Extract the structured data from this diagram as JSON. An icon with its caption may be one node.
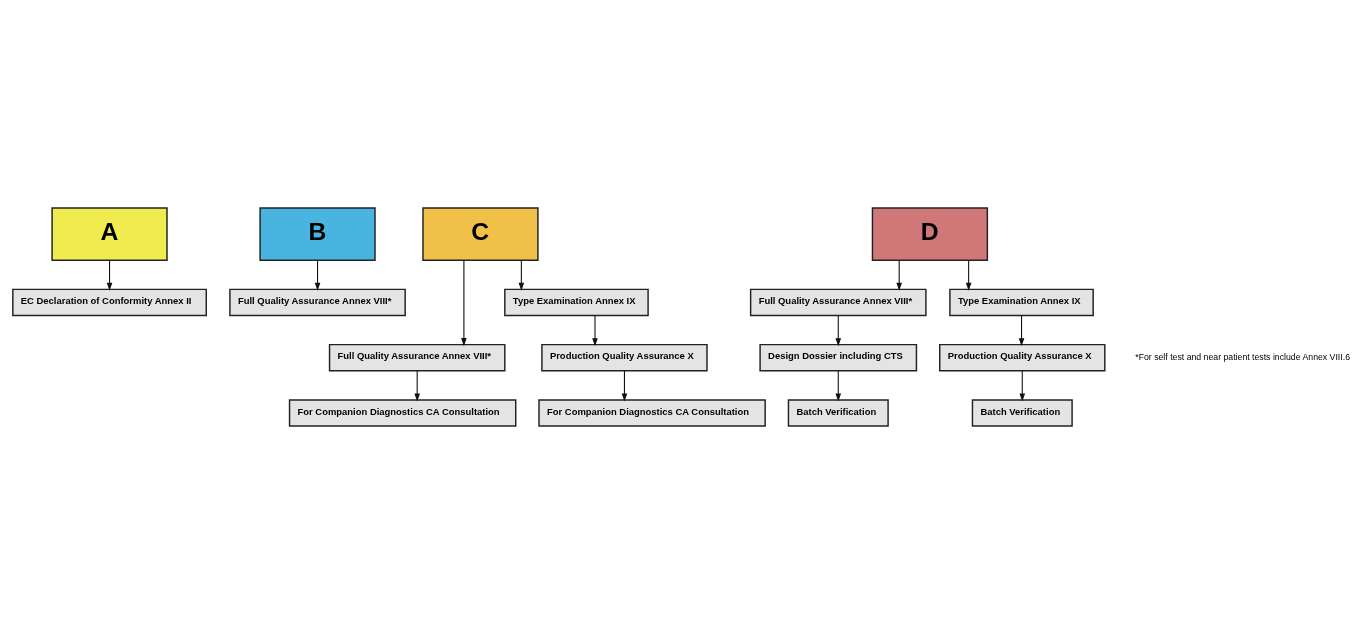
{
  "diagram": {
    "nodes": [
      {
        "text": [
          "A"
        ]
      },
      {
        "text": [
          "B"
        ]
      },
      {
        "text": [
          "C"
        ]
      },
      {
        "text": [
          "D"
        ]
      },
      {
        "text": [
          "EC Declaration of Conformity Annex II"
        ]
      },
      {
        "text": [
          "Full Quality Assurance Annex VIII*"
        ]
      },
      {
        "text": [
          "Full Quality Assurance Annex VIII*"
        ]
      },
      {
        "text": [
          "Type Examination Annex IX"
        ]
      },
      {
        "text": [
          "Full Quality Assurance Annex VIII*"
        ]
      },
      {
        "text": [
          "Type Examination Annex IX"
        ]
      },
      {
        "text": [
          "Production Quality Assurance X"
        ]
      },
      {
        "text": [
          "Design Dossier including CTS"
        ]
      },
      {
        "text": [
          "Production Quality Assurance X"
        ]
      },
      {
        "text": [
          "For Companion Diagnostics CA Consultation"
        ]
      },
      {
        "text": [
          "For Companion Diagnostics CA Consultation"
        ]
      },
      {
        "text": [
          "Batch Verification"
        ]
      },
      {
        "text": [
          "Batch Verification"
        ]
      }
    ],
    "edges": [
      {
        "from": 0,
        "to": 4,
        "arrow": "to"
      },
      {
        "from": 1,
        "to": 5,
        "arrow": "to"
      },
      {
        "from": 2,
        "to": 6,
        "arrow": "to"
      },
      {
        "from": 2,
        "to": 7,
        "arrow": "to"
      },
      {
        "from": 3,
        "to": 8,
        "arrow": "to"
      },
      {
        "from": 3,
        "to": 9,
        "arrow": "to"
      },
      {
        "from": 6,
        "to": 13,
        "arrow": "to"
      },
      {
        "from": 7,
        "to": 10,
        "arrow": "to"
      },
      {
        "from": 10,
        "to": 14,
        "arrow": "to"
      },
      {
        "from": 8,
        "to": 11,
        "arrow": "to"
      },
      {
        "from": 11,
        "to": 15,
        "arrow": "to"
      },
      {
        "from": 9,
        "to": 12,
        "arrow": "to"
      },
      {
        "from": 12,
        "to": 16,
        "arrow": "to"
      }
    ],
    "labels": [
      "*For self test and near patient tests include Annex VIII.6"
    ]
  }
}
